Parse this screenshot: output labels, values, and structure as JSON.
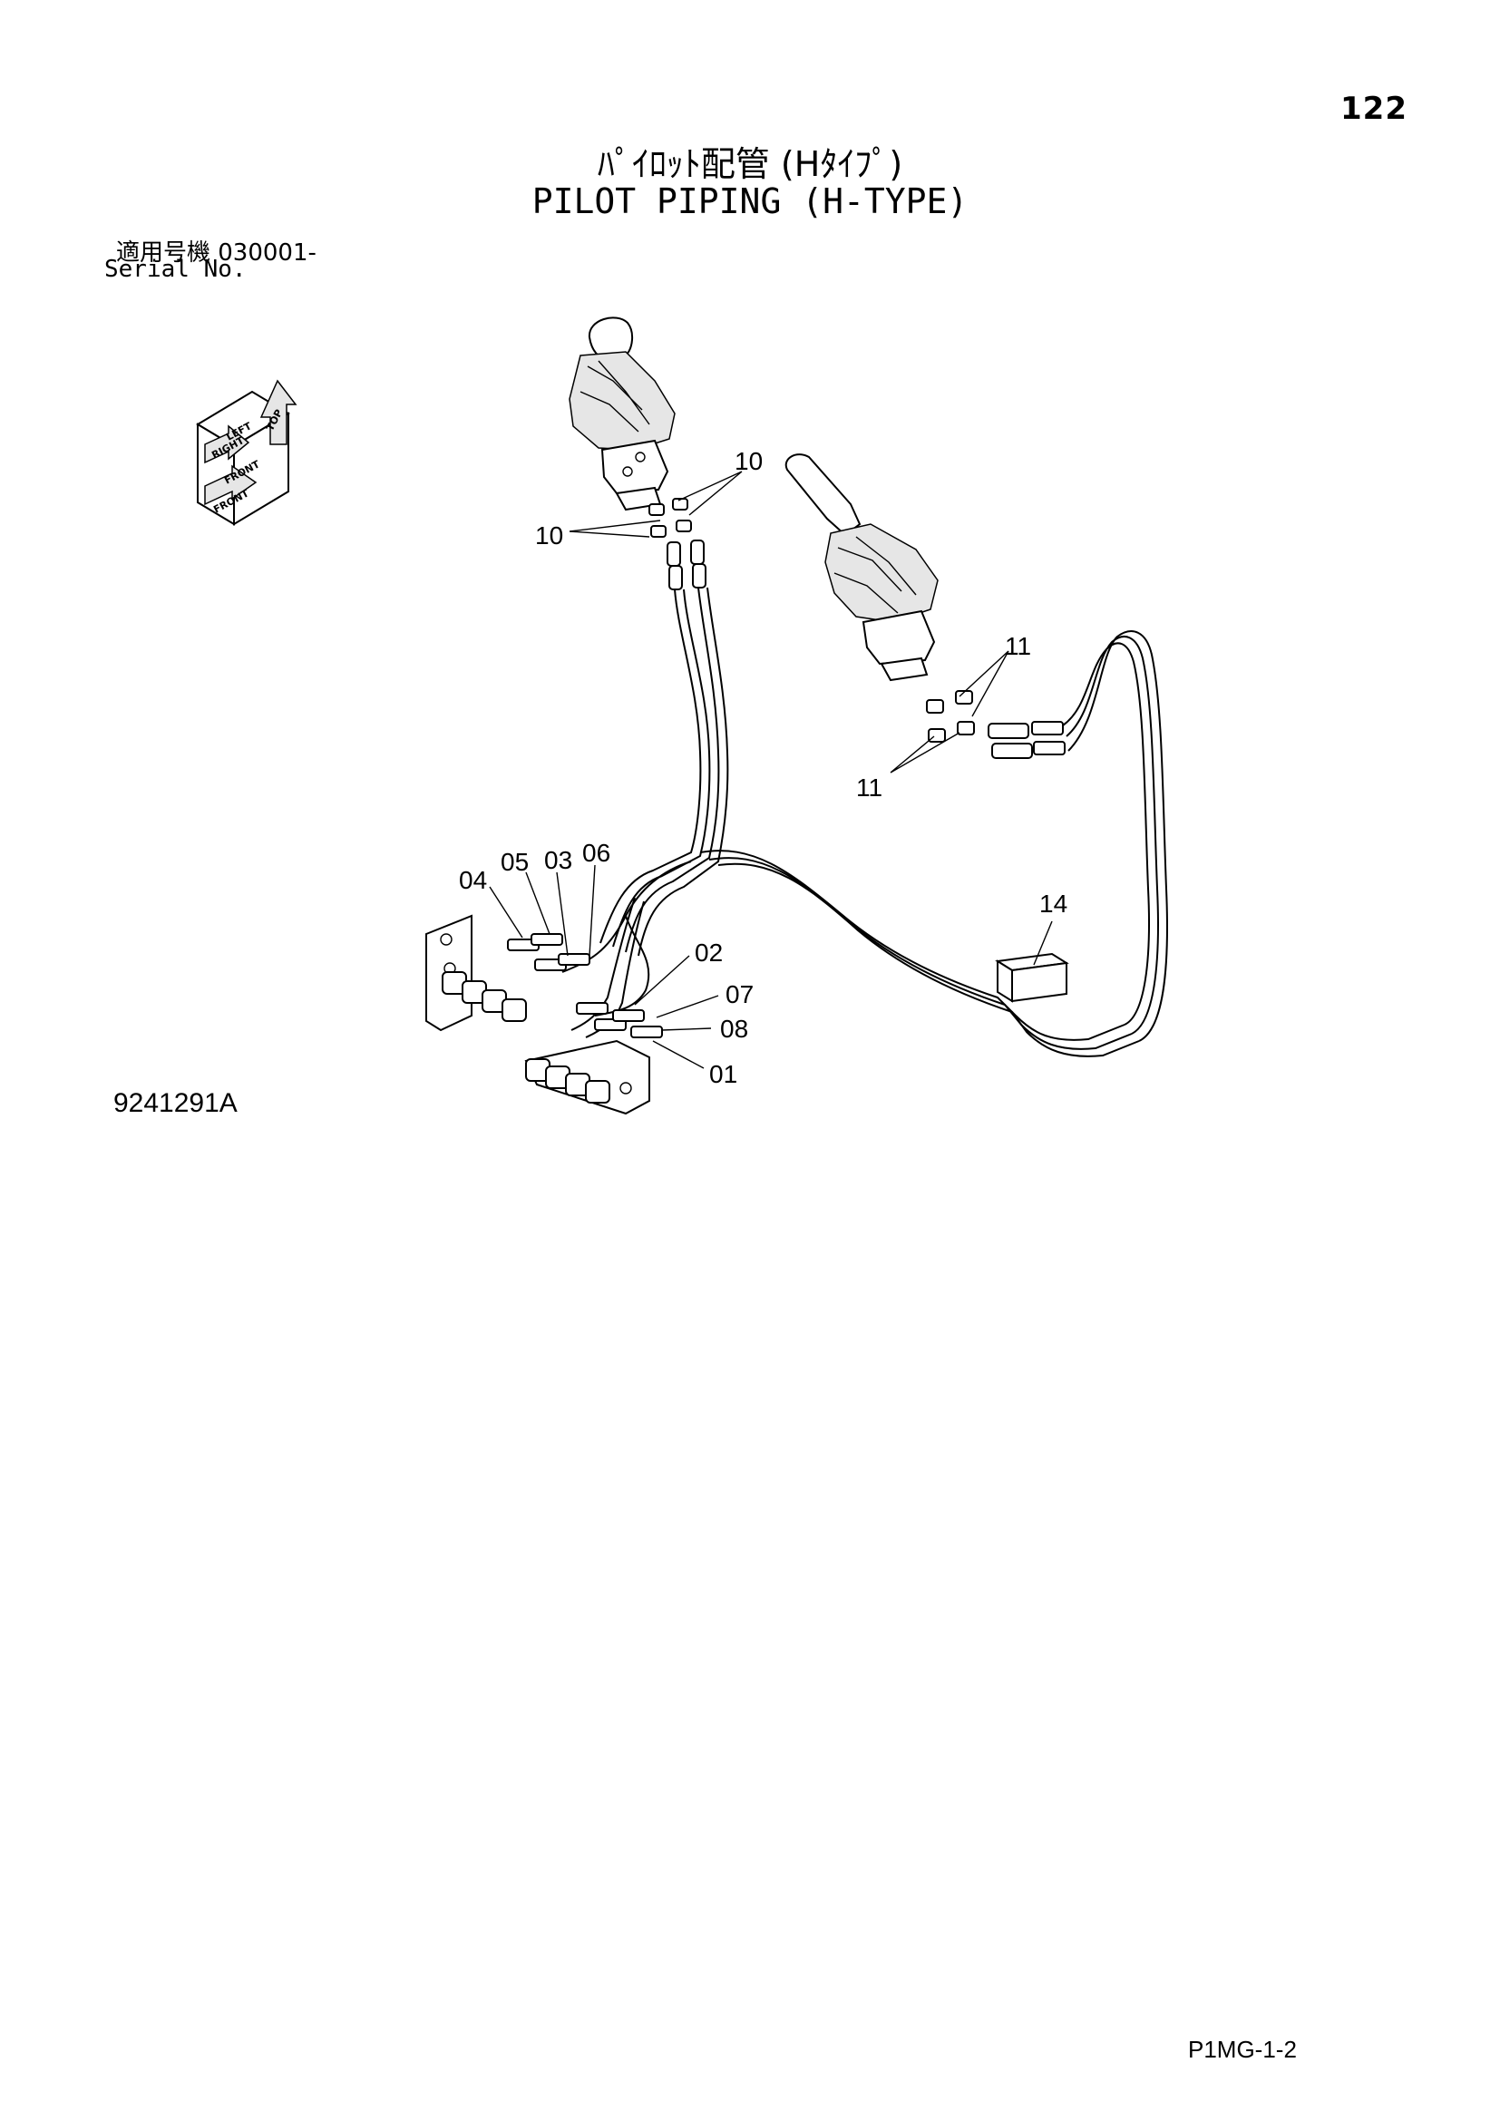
{
  "page": {
    "number": "122",
    "title_jp": "ﾊﾟｲﾛｯﾄ配管 (Hﾀｲﾌﾟ)",
    "title_en": "PILOT PIPING (H-TYPE)",
    "serial_jp": "適用号機  030001-",
    "serial_en": "Serial No.",
    "figure_number": "9241291A",
    "footer_code": "P1MG-1-2"
  },
  "orientation_icon": {
    "labels": [
      "TOP",
      "LEFT",
      "RIGHT",
      "FRONT",
      "FRONT"
    ]
  },
  "part_labels": {
    "p10a": "10",
    "p10b": "10",
    "p11a": "11",
    "p11b": "11",
    "p14": "14",
    "p04": "04",
    "p05": "05",
    "p03": "03",
    "p06": "06",
    "p02": "02",
    "p07": "07",
    "p08": "08",
    "p01": "01"
  }
}
